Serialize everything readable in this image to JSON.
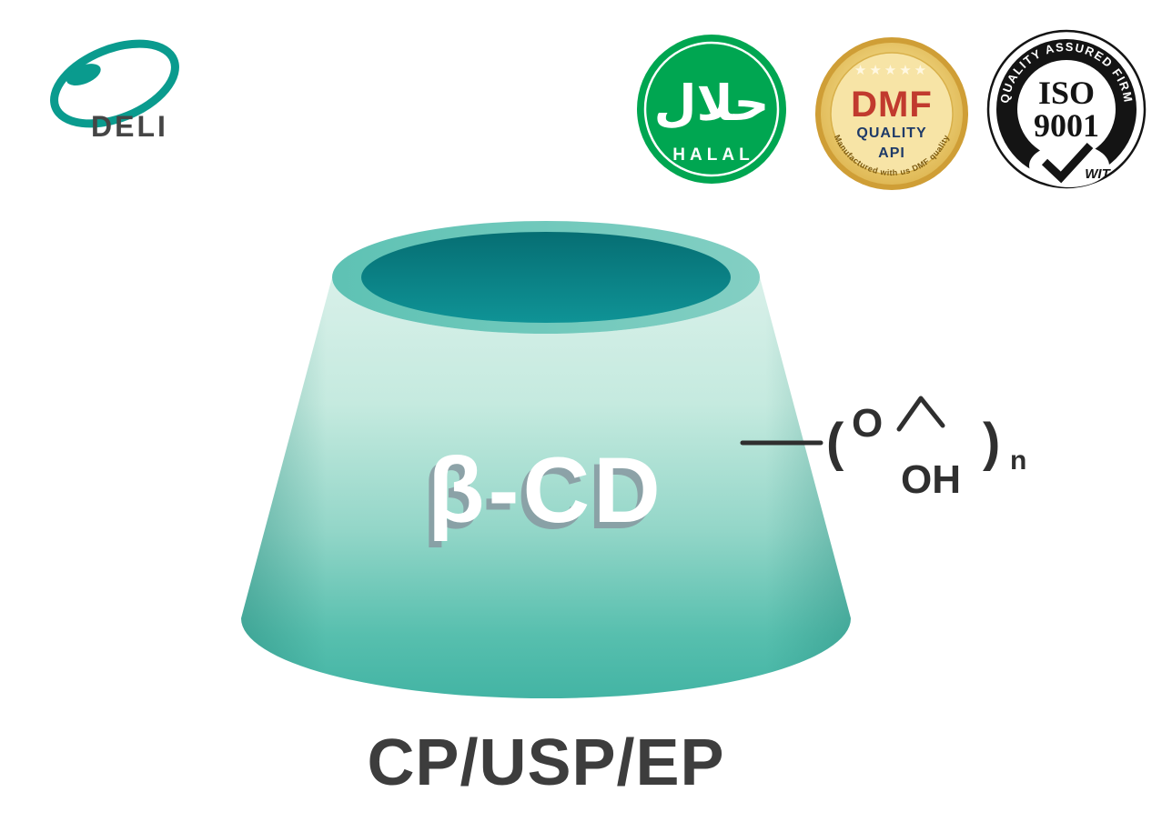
{
  "logo": {
    "text": "DELI"
  },
  "badges": {
    "halal": {
      "arabic": "حلال",
      "label": "HALAL"
    },
    "dmf": {
      "stars": "★★★★★",
      "title": "DMF",
      "line1": "QUALITY",
      "line2": "API",
      "ribbon": "Manufactured with us DMF quality"
    },
    "iso": {
      "ring_text": "QUALITY ASSURED FIRM",
      "title": "ISO",
      "number": "9001",
      "mark": "WIT"
    }
  },
  "cone": {
    "label": "β-CD"
  },
  "formula": {
    "open_paren": "(",
    "oxygen": "O",
    "hydroxyl": "OH",
    "close_paren": ")",
    "subscript": "n"
  },
  "footer": {
    "standards": "CP/USP/EP"
  },
  "colors": {
    "brand_teal": "#0a9b8e",
    "cone_dark_teal": "#0a8184",
    "cone_body_teal": "#57bfae",
    "halal_green": "#00a651",
    "dmf_gold": "#d9a93f",
    "dmf_red": "#c13a2e",
    "dmf_navy": "#1e3a68",
    "iso_black": "#141414",
    "text_dark": "#3d3d3d"
  }
}
